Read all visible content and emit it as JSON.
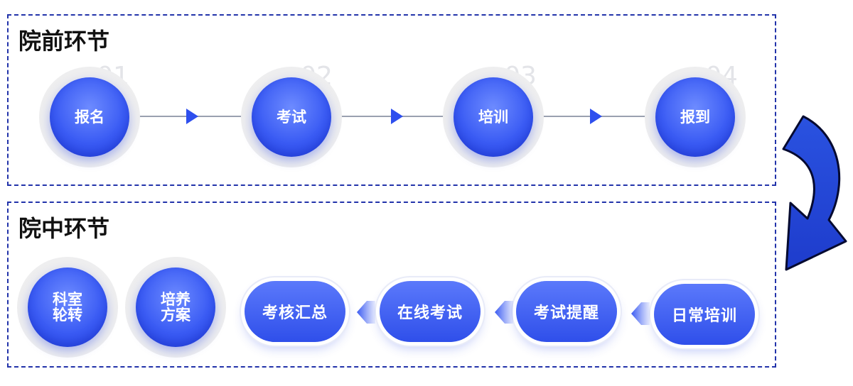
{
  "pre_section": {
    "title": "院前环节",
    "steps": [
      {
        "num": "01",
        "label": "报名"
      },
      {
        "num": "02",
        "label": "考试"
      },
      {
        "num": "03",
        "label": "培训"
      },
      {
        "num": "04",
        "label": "报到"
      }
    ]
  },
  "mid_section": {
    "title": "院中环节",
    "circles": [
      {
        "label": "科室轮转"
      },
      {
        "label": "培养方案"
      }
    ],
    "pills": [
      {
        "label": "考核汇总"
      },
      {
        "label": "在线考试"
      },
      {
        "label": "考试提醒"
      },
      {
        "label": "日常培训"
      }
    ]
  },
  "colors": {
    "accent": "#2e4fee",
    "border": "#2233aa",
    "halo": "#eeeeef"
  }
}
